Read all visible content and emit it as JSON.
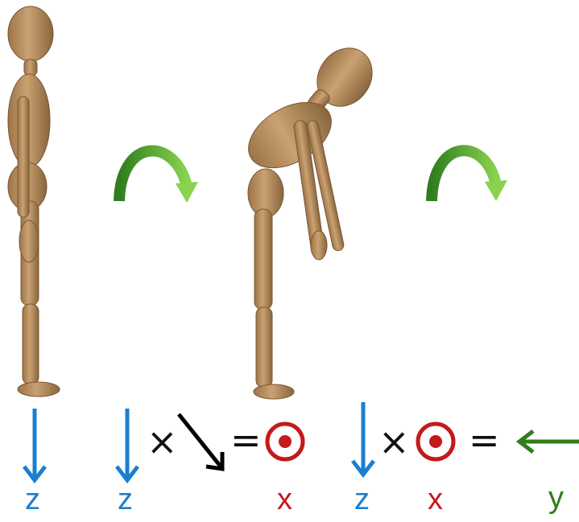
{
  "axes": {
    "z1": "z",
    "z2": "z",
    "x1": "x",
    "z3": "z",
    "x2": "x",
    "y1": "y"
  },
  "operators": {
    "cross1": "×",
    "equals1": "=",
    "cross2": "×",
    "equals2": "="
  },
  "colors": {
    "z_axis": "#1a7fd1",
    "x_axis": "#c41a1a",
    "y_axis": "#2f7d1e",
    "figure_wood": "#b48a5a",
    "rotation_arrow": "#5bb535"
  },
  "icons": [
    "standing-figure-icon",
    "bending-figure-icon",
    "rotation-arrow-icon",
    "out-of-page-vector-icon"
  ]
}
